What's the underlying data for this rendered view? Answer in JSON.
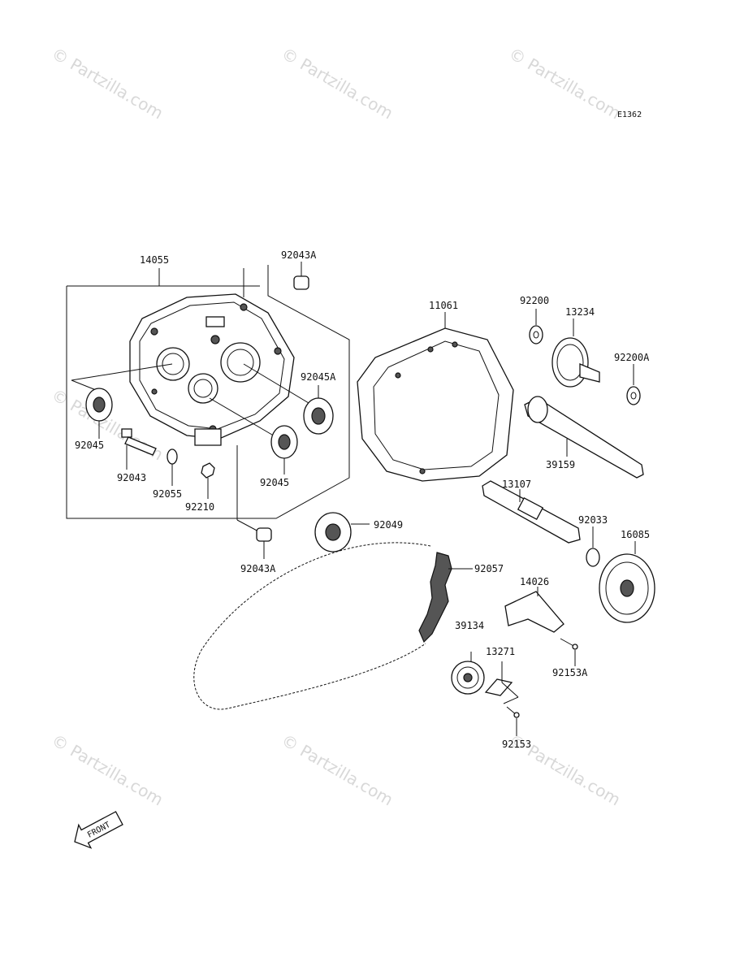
{
  "diagram_code": "E1362",
  "watermark": "© Partzilla.com",
  "front_label": "FRONT",
  "parts": [
    {
      "id": "p14055",
      "label": "14055"
    },
    {
      "id": "p92043A_top",
      "label": "92043A"
    },
    {
      "id": "p92045A",
      "label": "92045A"
    },
    {
      "id": "p92045_left",
      "label": "92045"
    },
    {
      "id": "p92043",
      "label": "92043"
    },
    {
      "id": "p92055",
      "label": "92055"
    },
    {
      "id": "p92210",
      "label": "92210"
    },
    {
      "id": "p92045_mid",
      "label": "92045"
    },
    {
      "id": "p92043A_bottom",
      "label": "92043A"
    },
    {
      "id": "p92049",
      "label": "92049"
    },
    {
      "id": "p11061",
      "label": "11061"
    },
    {
      "id": "p92200",
      "label": "92200"
    },
    {
      "id": "p13234",
      "label": "13234"
    },
    {
      "id": "p92200A",
      "label": "92200A"
    },
    {
      "id": "p39159",
      "label": "39159"
    },
    {
      "id": "p13107",
      "label": "13107"
    },
    {
      "id": "p92033",
      "label": "92033"
    },
    {
      "id": "p16085",
      "label": "16085"
    },
    {
      "id": "p92057",
      "label": "92057"
    },
    {
      "id": "p14026",
      "label": "14026"
    },
    {
      "id": "p39134",
      "label": "39134"
    },
    {
      "id": "p13271",
      "label": "13271"
    },
    {
      "id": "p92153A",
      "label": "92153A"
    },
    {
      "id": "p92153",
      "label": "92153"
    }
  ]
}
